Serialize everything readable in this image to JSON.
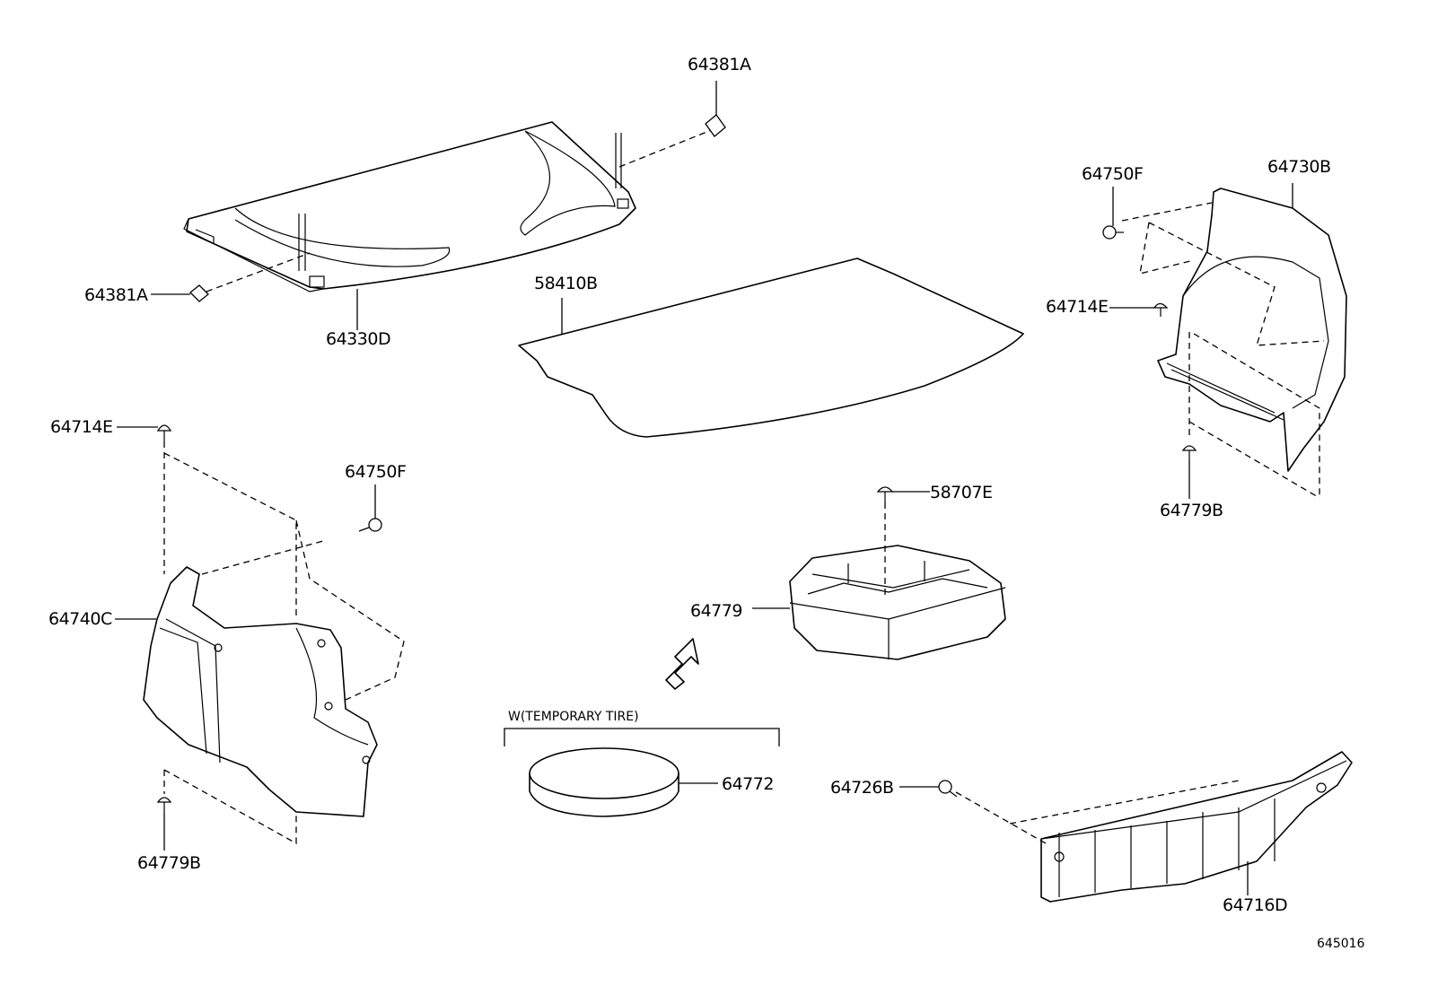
{
  "labels": {
    "p64381A_top": "64381A",
    "p64381A_left": "64381A",
    "p64330D": "64330D",
    "p58410B": "58410B",
    "p64750F_right": "64750F",
    "p64730B": "64730B",
    "p64714E_right": "64714E",
    "p64779B_right": "64779B",
    "p64714E_left": "64714E",
    "p64750F_left": "64750F",
    "p64740C": "64740C",
    "p64779B_left": "64779B",
    "p58707E": "58707E",
    "p64779": "64779",
    "p64772": "64772",
    "p64726B": "64726B",
    "p64716D": "64716D"
  },
  "note": "W(TEMPORARY TIRE)",
  "diagram_id": "645016"
}
